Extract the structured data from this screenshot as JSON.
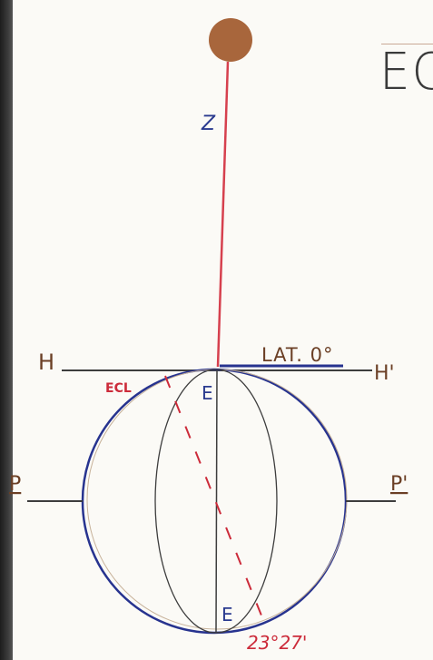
{
  "title": "EC",
  "labels": {
    "zenith": "Z",
    "horizon_left": "H",
    "horizon_right": "H'",
    "latitude": "LAT. 0°",
    "ecliptic": "ECL",
    "equator_top": "E",
    "equator_bottom": "E",
    "pole_left": "P",
    "pole_right": "P'",
    "obliquity": "23°27'"
  },
  "colors": {
    "paper": "#fbfaf6",
    "sun": "#a8663c",
    "zenith_line": "#d6404e",
    "circle": "#27338f",
    "pencil": "#3d3d3d",
    "brown_text": "#6b3f25",
    "blue_text": "#2a3a8f",
    "red_text": "#cc2b3a"
  }
}
